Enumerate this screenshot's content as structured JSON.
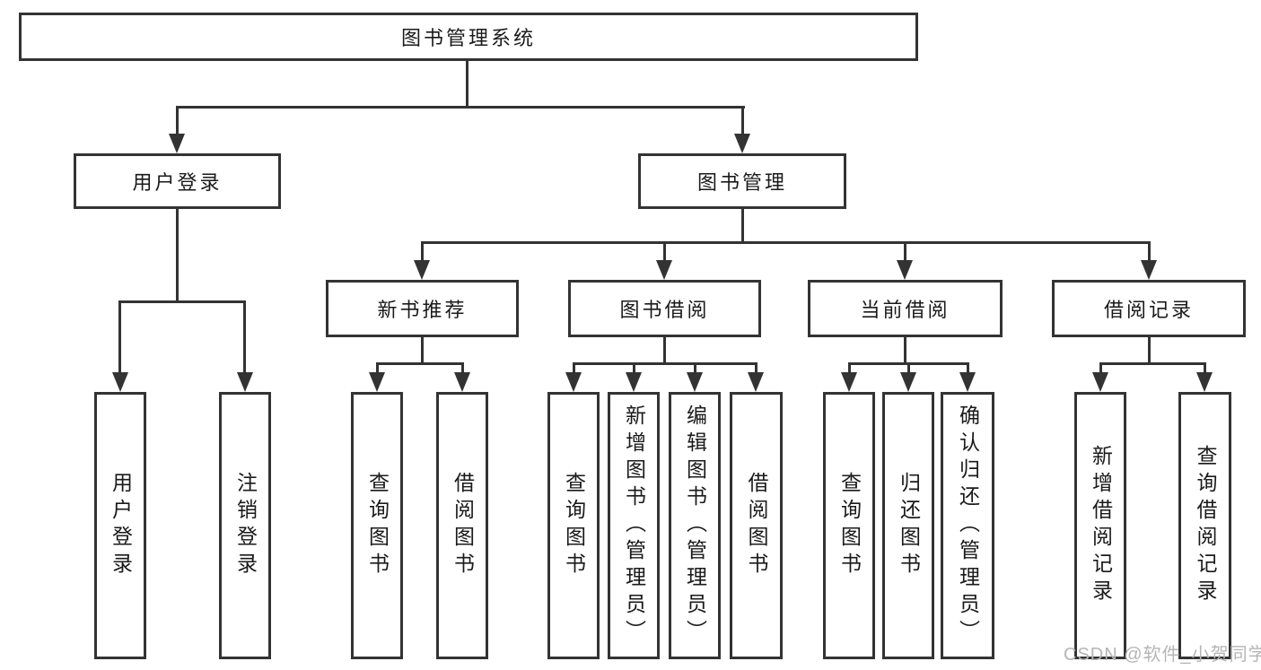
{
  "diagram_title": "图书管理系统",
  "tree": {
    "root": "图书管理系统",
    "children": [
      {
        "label": "用户登录",
        "children": [
          {
            "label": "用户登录"
          },
          {
            "label": "注销登录"
          }
        ]
      },
      {
        "label": "图书管理",
        "children": [
          {
            "label": "新书推荐",
            "children": [
              {
                "label": "查询图书"
              },
              {
                "label": "借阅图书"
              }
            ]
          },
          {
            "label": "图书借阅",
            "children": [
              {
                "label": "查询图书"
              },
              {
                "label": "新增图书（管理员）"
              },
              {
                "label": "编辑图书（管理员）"
              },
              {
                "label": "借阅图书"
              }
            ]
          },
          {
            "label": "当前借阅",
            "children": [
              {
                "label": "查询图书"
              },
              {
                "label": "归还图书"
              },
              {
                "label": "确认归还（管理员）"
              }
            ]
          },
          {
            "label": "借阅记录",
            "children": [
              {
                "label": "新增借阅记录"
              },
              {
                "label": "查询借阅记录"
              }
            ]
          }
        ]
      }
    ]
  },
  "watermark": {
    "text": "CSDN @软件_小贺同学",
    "color": "#b5b5b5"
  },
  "colors": {
    "line": "#333333",
    "text": "#1a1a1a",
    "background": "#ffffff"
  }
}
